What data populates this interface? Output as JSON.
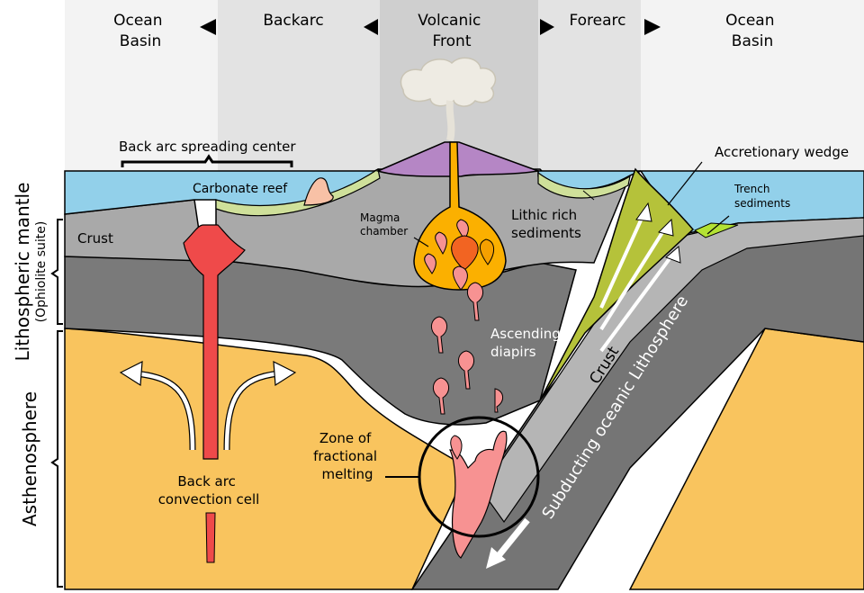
{
  "zones": {
    "ocean_basin_left": [
      "Ocean",
      "Basin"
    ],
    "backarc": "Backarc",
    "volcanic_front": [
      "Volcanic",
      "Front"
    ],
    "forearc": "Forearc",
    "ocean_basin_right": [
      "Ocean",
      "Basin"
    ]
  },
  "side_labels": {
    "lithospheric_mantle": "Lithospheric mantle",
    "ophiolite_suite": "(Ophiolite suite)",
    "asthenosphere": "Asthenosphere"
  },
  "labels": {
    "back_arc_spreading_center": "Back arc spreading center",
    "carbonate_reef": "Carbonate reef",
    "crust_left": "Crust",
    "magma_chamber": [
      "Magma",
      "chamber"
    ],
    "lithic_rich_sediments": [
      "Lithic rich",
      "sediments"
    ],
    "accretionary_wedge": "Accretionary wedge",
    "trench_sediments": [
      "Trench",
      "sediments"
    ],
    "ascending_diapirs": [
      "Ascending",
      "diapirs"
    ],
    "crust_slab": "Crust",
    "subducting_lithosphere": "Subducting oceanic Lithosphere",
    "zone_fractional_melting": [
      "Zone of",
      "fractional",
      "melting"
    ],
    "back_arc_convection_cell": [
      "Back arc",
      "convection cell"
    ]
  },
  "colors": {
    "ocean": "#92d0ea",
    "crust": "#a9a9a9",
    "mantle": "#7a7a7a",
    "asthenosphere": "#f9c45e",
    "slab_crust": "#b5b5b5",
    "slab": "#757575",
    "magma": "#fbb000",
    "diapir": "#f79292",
    "spreading_center": "#ef4a4a",
    "wedge": "#b5c23a",
    "volcano": "#b586c5",
    "reef": "#f8c1a6",
    "sediment_band": "#cfe09a",
    "trench_sediments": "#b3e233"
  }
}
